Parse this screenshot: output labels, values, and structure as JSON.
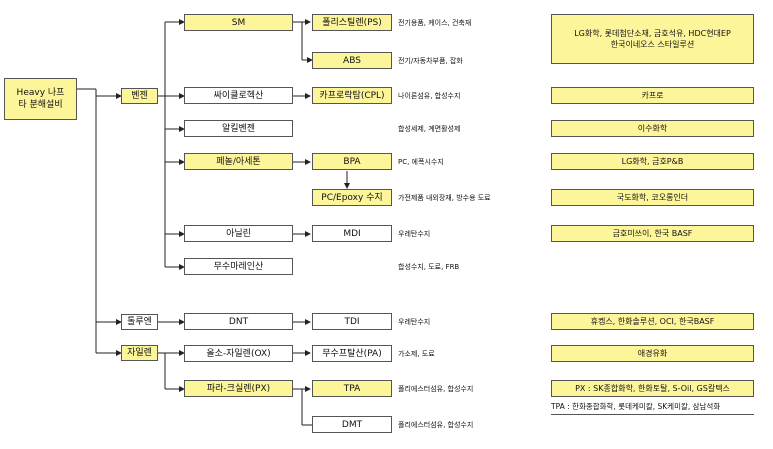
{
  "root": "Heavy 나프타 분해설비",
  "level1": {
    "benzene": "벤젠",
    "toluene": "톨루엔",
    "xylene": "자일렌"
  },
  "level2": {
    "sm": "SM",
    "cyclohexane": "싸이클로헥산",
    "alkylbenzene": "알킬벤젠",
    "phenol": "페놀/아세톤",
    "aniline": "아닐린",
    "maleic": "무수마레인산",
    "dnt": "DNT",
    "ox": "올소-자일렌(OX)",
    "px": "파라-크실렌(PX)"
  },
  "level3": {
    "ps": "폴리스틸렌(PS)",
    "abs": "ABS",
    "cpl": "카프로락탐(CPL)",
    "bpa": "BPA",
    "epoxy": "PC/Epoxy 수지",
    "mdi": "MDI",
    "tdi": "TDI",
    "pa": "무수프탈산(PA)",
    "tpa": "TPA",
    "dmt": "DMT"
  },
  "uses": {
    "ps": "전기용품, 케이스, 건축재",
    "abs": "전기/자동차부품, 잡화",
    "cpl": "나이론섬유, 합성수지",
    "alkylbenzene": "합성세제, 계면활성제",
    "bpa": "PC, 에폭시수지",
    "epoxy": "가전제품 내외장재, 방수용 도료",
    "mdi": "우레탄수지",
    "maleic": "합성수지, 도료, FRB",
    "tdi": "우레탄수지",
    "pa": "가소제, 도료",
    "tpa": "폴리에스터섬유, 합성수지",
    "dmt": "폴리에스터섬유, 합성수지"
  },
  "companies": {
    "sm_line1": "LG화학, 롯데첨단소재, 금호석유, HDC현대EP",
    "sm_line2": "한국이네오스 스타일루션",
    "cpl": "카프로",
    "alkylbenzene": "이수화학",
    "bpa": "LG화학, 금호P&B",
    "epoxy": "국도화학, 코오롱인더",
    "mdi": "금호미쓰이, 한국 BASF",
    "tdi": "휴켐스, 한화솔루션, OCI, 한국BASF",
    "pa": "애경유화",
    "px": "PX : SK종합화학, 한화토탈, S-Oil, GS칼텍스",
    "tpa": "TPA : 한화종합화학, 롯데케미칼, SK케미칼, 삼남석화"
  }
}
